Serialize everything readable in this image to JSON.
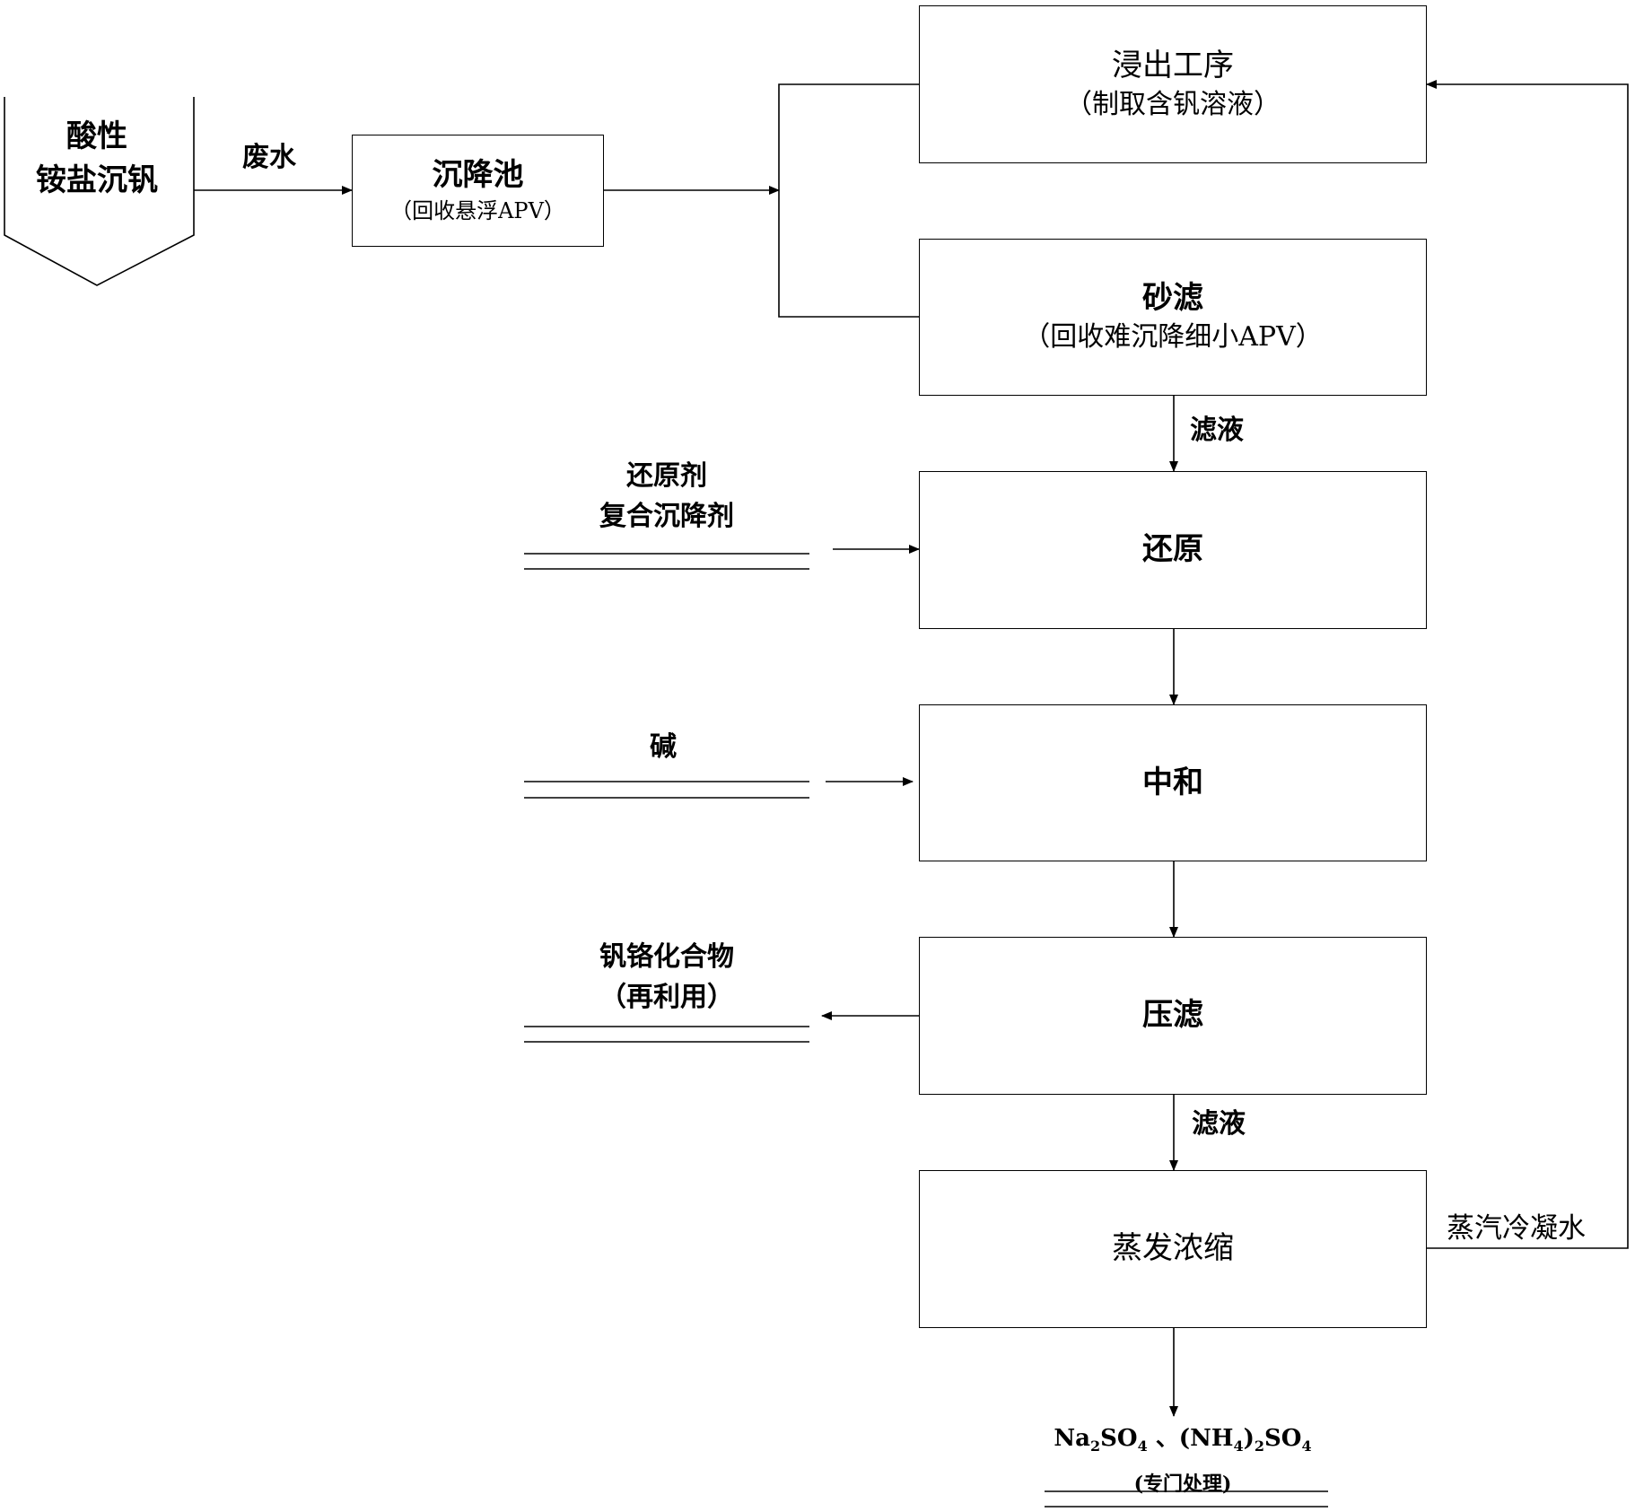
{
  "start_node": {
    "line1": "酸性",
    "line2": "铵盐沉钒"
  },
  "edge_labels": {
    "wastewater": "废水",
    "filtrate_1": "滤液",
    "filtrate_2": "滤液",
    "steam_condensate": "蒸汽冷凝水"
  },
  "nodes": {
    "leaching": {
      "title": "浸出工序",
      "sub": "（制取含钒溶液）"
    },
    "settling": {
      "title": "沉降池",
      "sub": "（回收悬浮APV）"
    },
    "sand_filter": {
      "title": "砂滤",
      "sub": "（回收难沉降细小APV）"
    },
    "reduction": {
      "title": "还原"
    },
    "neutralize": {
      "title": "中和"
    },
    "press_filter": {
      "title": "压滤"
    },
    "evaporation": {
      "title": "蒸发浓缩"
    }
  },
  "inputs": {
    "reducing_agent": {
      "line1": "还原剂",
      "line2": "复合沉降剂"
    },
    "alkali": {
      "line1": "碱"
    }
  },
  "outputs": {
    "vcr_compound": {
      "line1": "钒铬化合物",
      "line2": "（再利用）"
    },
    "product": {
      "na_prefix": "Na",
      "na_sub": "2",
      "na_mid": "SO",
      "na_sub2": "4",
      "sep": " 、",
      "nh_open": "(NH",
      "nh_sub": "4",
      "nh_close": ")",
      "nh_sub2": "2",
      "nh_tail": "SO",
      "nh_sub3": "4",
      "note": "(专门处理)"
    }
  }
}
